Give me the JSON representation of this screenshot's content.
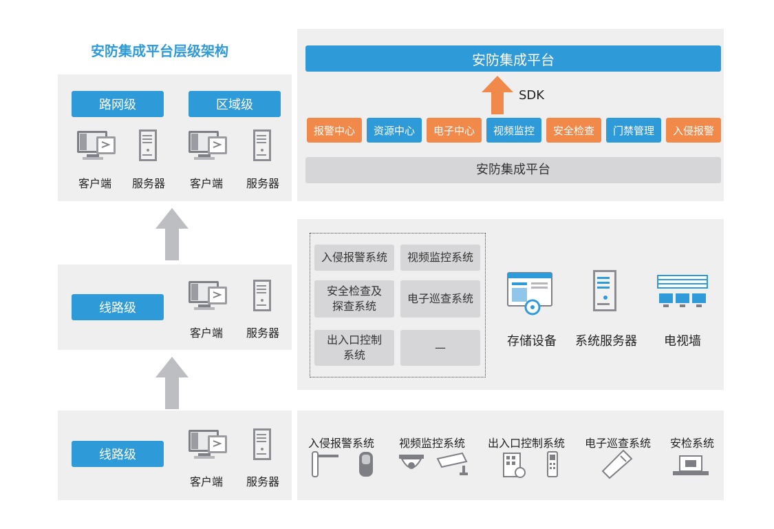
{
  "title": "安防集成平台层级架构",
  "left": {
    "top": {
      "levels": [
        "路网级",
        "区域级"
      ],
      "devices": [
        "客户端",
        "服务器",
        "客户端",
        "服务器"
      ]
    },
    "middle": {
      "level": "线路级",
      "devices": [
        "客户端",
        "服务器"
      ]
    },
    "bottom": {
      "level": "线路级",
      "devices": [
        "客户端",
        "服务器"
      ]
    }
  },
  "right_top": {
    "platform_top": "安防集成平台",
    "sdk": "SDK",
    "modules": [
      {
        "label": "报警中心",
        "color": "#f0894a"
      },
      {
        "label": "资源中心",
        "color": "#2f9ad8"
      },
      {
        "label": "电子中心",
        "color": "#f0894a"
      },
      {
        "label": "视频监控",
        "color": "#2f9ad8"
      },
      {
        "label": "安全检查",
        "color": "#f0894a"
      },
      {
        "label": "门禁管理",
        "color": "#2f9ad8"
      },
      {
        "label": "入侵报警",
        "color": "#f0894a"
      }
    ],
    "platform_bottom": "安防集成平台"
  },
  "right_middle": {
    "systems": {
      "intrusion": "入侵报警系统",
      "video": "视频监控系统",
      "security_a": "安全检查及",
      "security_b": "探查系统",
      "patrol": "电子巡查系统",
      "access_a": "出入口控制",
      "access_b": "系统",
      "empty": "—"
    },
    "devices": [
      "存储设备",
      "系统服务器",
      "电视墙"
    ]
  },
  "right_bottom": {
    "systems": [
      "入侵报警系统",
      "视频监控系统",
      "出入口控制系统",
      "电子巡查系统",
      "安检系统"
    ]
  },
  "colors": {
    "accent": "#2f9ad8",
    "orange": "#f0894a",
    "panel": "#efeff0",
    "arrow": "#bdbec1"
  }
}
